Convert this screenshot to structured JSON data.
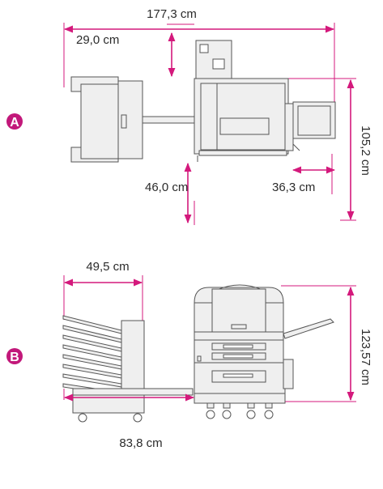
{
  "views": [
    {
      "badge": "A",
      "dimensions": {
        "total_width": "177,3 cm",
        "stacker_offset": "29,0 cm",
        "bridge_height": "46,0 cm",
        "tray_depth": "36,3 cm",
        "height": "105,2 cm"
      }
    },
    {
      "badge": "B",
      "dimensions": {
        "stacker_depth": "49,5 cm",
        "height": "123,57 cm",
        "base_width": "83,8 cm"
      }
    }
  ],
  "colors": {
    "dimension_line": "#d4197c",
    "badge": "#c2187a",
    "outline": "#555555",
    "fill": "#efefef"
  }
}
